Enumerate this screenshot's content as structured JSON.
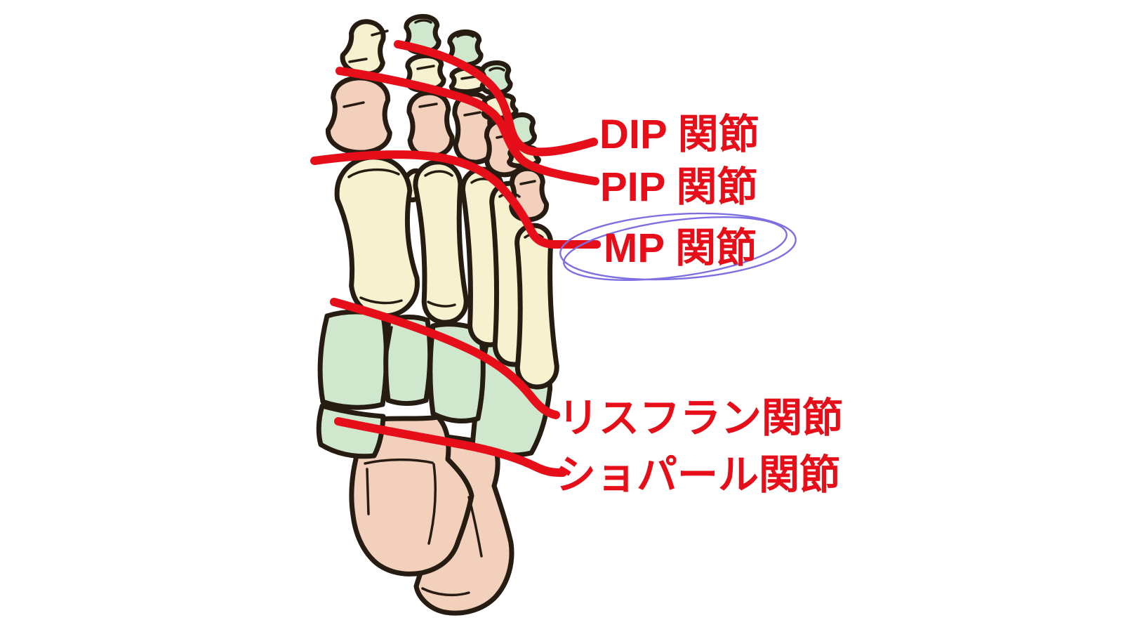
{
  "diagram": {
    "subject": "foot-skeleton-joints",
    "joint_labels": [
      {
        "id": "dip",
        "text": "DIP 関節"
      },
      {
        "id": "pip",
        "text": "PIP 関節"
      },
      {
        "id": "mp",
        "text": "MP 関節",
        "highlighted": true
      },
      {
        "id": "lisfranc",
        "text": "リスフラン関節"
      },
      {
        "id": "chopart",
        "text": "ショパール関節"
      }
    ]
  },
  "colors": {
    "line_red": "#e60e19",
    "bone_cream": "#f6f2cf",
    "bone_pink": "#f3d0bc",
    "bone_green": "#cfe7cc",
    "outline": "#261c11",
    "highlight_purple": "#7e6fe2",
    "background": "#ffffff"
  }
}
